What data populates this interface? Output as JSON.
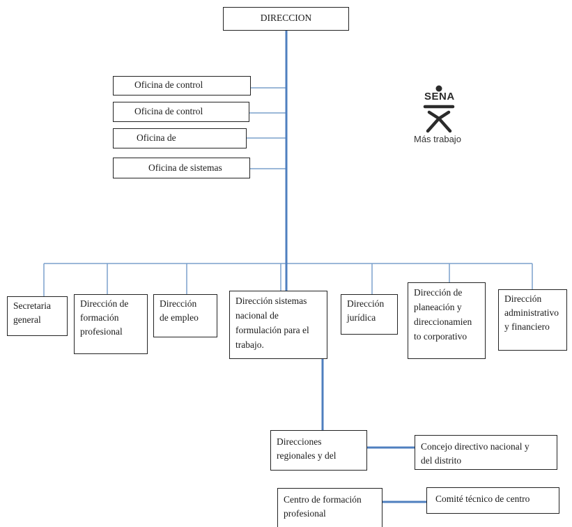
{
  "org_chart": {
    "top": "DIRECCION",
    "offices": [
      "Oficina  de control",
      "Oficina  de control",
      "Oficina  de",
      "Oficina  de sistemas"
    ],
    "departments": [
      "Secretaria\ngeneral",
      "Dirección  de\nformación\nprofesional",
      "Dirección\nde empleo",
      "Dirección  sistemas\nnacional  de\nformulación  para el\ntrabajo.",
      "Dirección\njurídica",
      "Dirección  de\nplaneación  y\ndireccionamien\nto corporativo",
      "Dirección\nadministrativo\ny financiero"
    ],
    "regional": "Direcciones\nregionales  y del",
    "council": "Concejo directivo  nacional  y\ndel distrito",
    "center": "Centro de formación\nprofesional",
    "committee": "Comité  técnico de centro"
  },
  "logo": {
    "word": "SENA",
    "tagline": "Más trabajo",
    "icon": "sena-figure-icon"
  },
  "colors": {
    "trunk": "#4f7fbf",
    "connector": "#7aa0cc",
    "border": "#222222"
  }
}
